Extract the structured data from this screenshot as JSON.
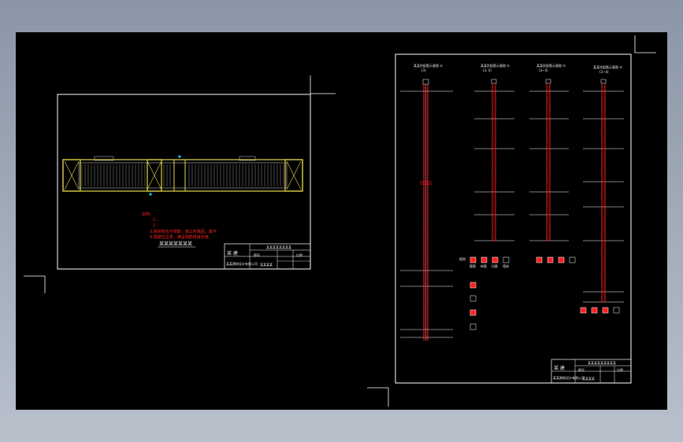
{
  "app": {
    "title": "CAD drawing viewer"
  },
  "colors": {
    "background": "#000000",
    "frame": "#ffffff",
    "rebar": "#ff2020",
    "beam": "#e6d94a",
    "accent": "#00d0ff"
  },
  "left_sheet": {
    "note_lines": [
      "说明：",
      "1.：",
      "2.：",
      "3.砖砌体应与钢筋，施工时锚固，其中",
      "4.钢筋应注意，满足钢筋搭接长度。"
    ],
    "underline_text": "某某某某某某某",
    "title_block": {
      "logo": "某 建",
      "company": "某某建筑设计有限公司",
      "title": "某某某某某某某某",
      "drawing_name": "某某某某",
      "label_a": "图号",
      "label_b": "比例"
    }
  },
  "right_sheet": {
    "column_headers": [
      {
        "title": "某某柱配筋示意图 ①",
        "sub": "(3)"
      },
      {
        "title": "某某柱配筋示意图 ②",
        "sub": "(3, 4)"
      },
      {
        "title": "某某柱配筋示意图 ③",
        "sub": "(3~4)"
      },
      {
        "title": "某某柱配筋示意图 ④",
        "sub": "(3~4)"
      }
    ],
    "legend_labels": [
      "图例",
      "箍筋",
      "纵筋",
      "拉筋",
      "墙体"
    ],
    "title_block": {
      "logo": "某 建",
      "company": "某某建筑设计有限公司",
      "title": "某某某某某某某某某",
      "drawing_name": "某某某某",
      "label_a": "图号",
      "label_b": "比例"
    }
  }
}
